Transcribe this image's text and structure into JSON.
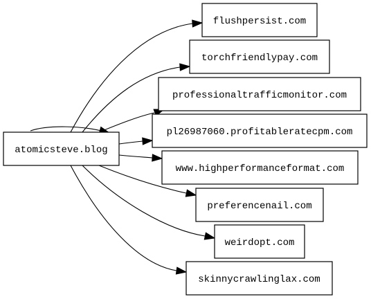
{
  "graph": {
    "source": {
      "id": "src",
      "label": "atomicsteve.blog"
    },
    "targets": [
      {
        "id": "t1",
        "label": "flushpersist.com"
      },
      {
        "id": "t2",
        "label": "torchfriendlypay.com"
      },
      {
        "id": "t3",
        "label": "professionaltrafficmonitor.com"
      },
      {
        "id": "t4",
        "label": "pl26987060.profitableratecpm.com"
      },
      {
        "id": "t5",
        "label": "www.highperformanceformat.com"
      },
      {
        "id": "t6",
        "label": "preferencenail.com"
      },
      {
        "id": "t7",
        "label": "weirdopt.com"
      },
      {
        "id": "t8",
        "label": "skinnycrawlinglax.com"
      }
    ],
    "edges": [
      {
        "from": "src",
        "to": "t1"
      },
      {
        "from": "src",
        "to": "t2"
      },
      {
        "from": "src",
        "to": "t3"
      },
      {
        "from": "src",
        "to": "t4"
      },
      {
        "from": "src",
        "to": "t5"
      },
      {
        "from": "src",
        "to": "t6"
      },
      {
        "from": "src",
        "to": "t7"
      },
      {
        "from": "src",
        "to": "t8"
      },
      {
        "from": "src",
        "to": "src"
      }
    ]
  }
}
